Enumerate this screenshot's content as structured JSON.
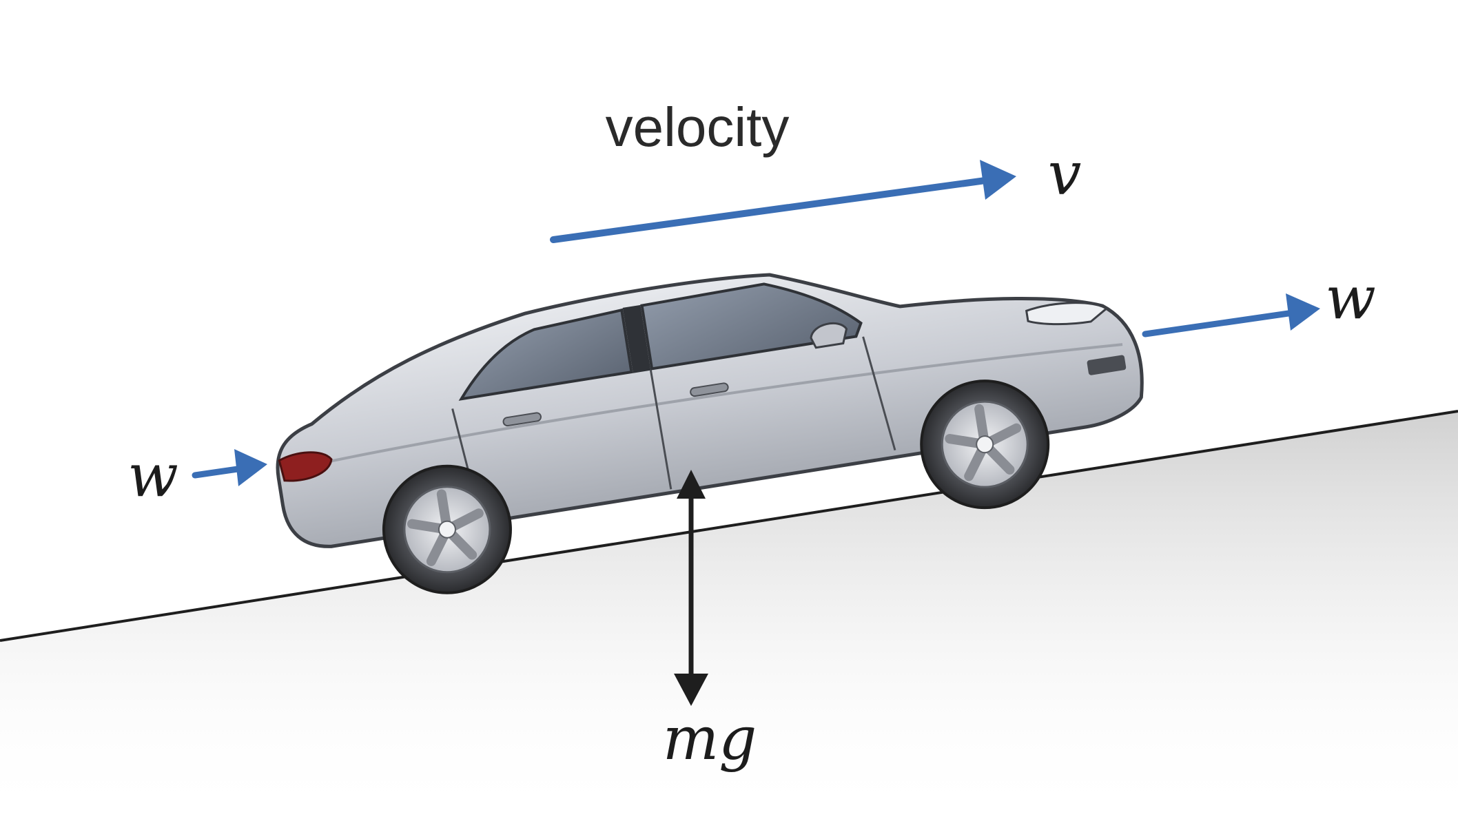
{
  "diagram": {
    "velocity_caption": "velocity",
    "velocity_symbol": "v",
    "wind_front_symbol": "w",
    "wind_rear_symbol": "w",
    "gravity_symbol": "mg"
  },
  "colors": {
    "arrow_blue": "#3a6eb5",
    "arrow_black": "#1e1e1e",
    "car_body": "#cfd2d8",
    "ground_shadow": "#d9d9d9",
    "taillight": "#8e1f1f"
  },
  "icons": {
    "vehicle": "car-icon"
  }
}
